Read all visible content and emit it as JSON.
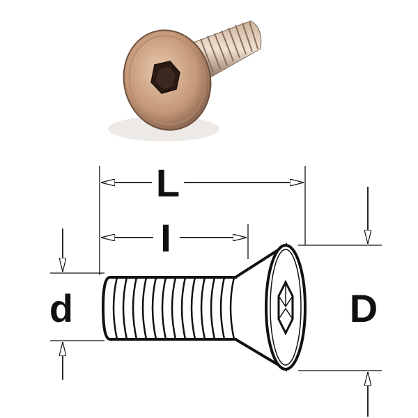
{
  "labels": {
    "length_total": "L",
    "length_thread": "I",
    "diameter_shank": "d",
    "diameter_head": "D"
  },
  "colors": {
    "line": "#111111",
    "photo_metal_light": "#d9b89a",
    "photo_metal_dark": "#7a5a44",
    "photo_socket": "#2a1a14"
  },
  "icons": {
    "photo": "countersunk-screw-photo",
    "drawing": "countersunk-screw-drawing"
  }
}
